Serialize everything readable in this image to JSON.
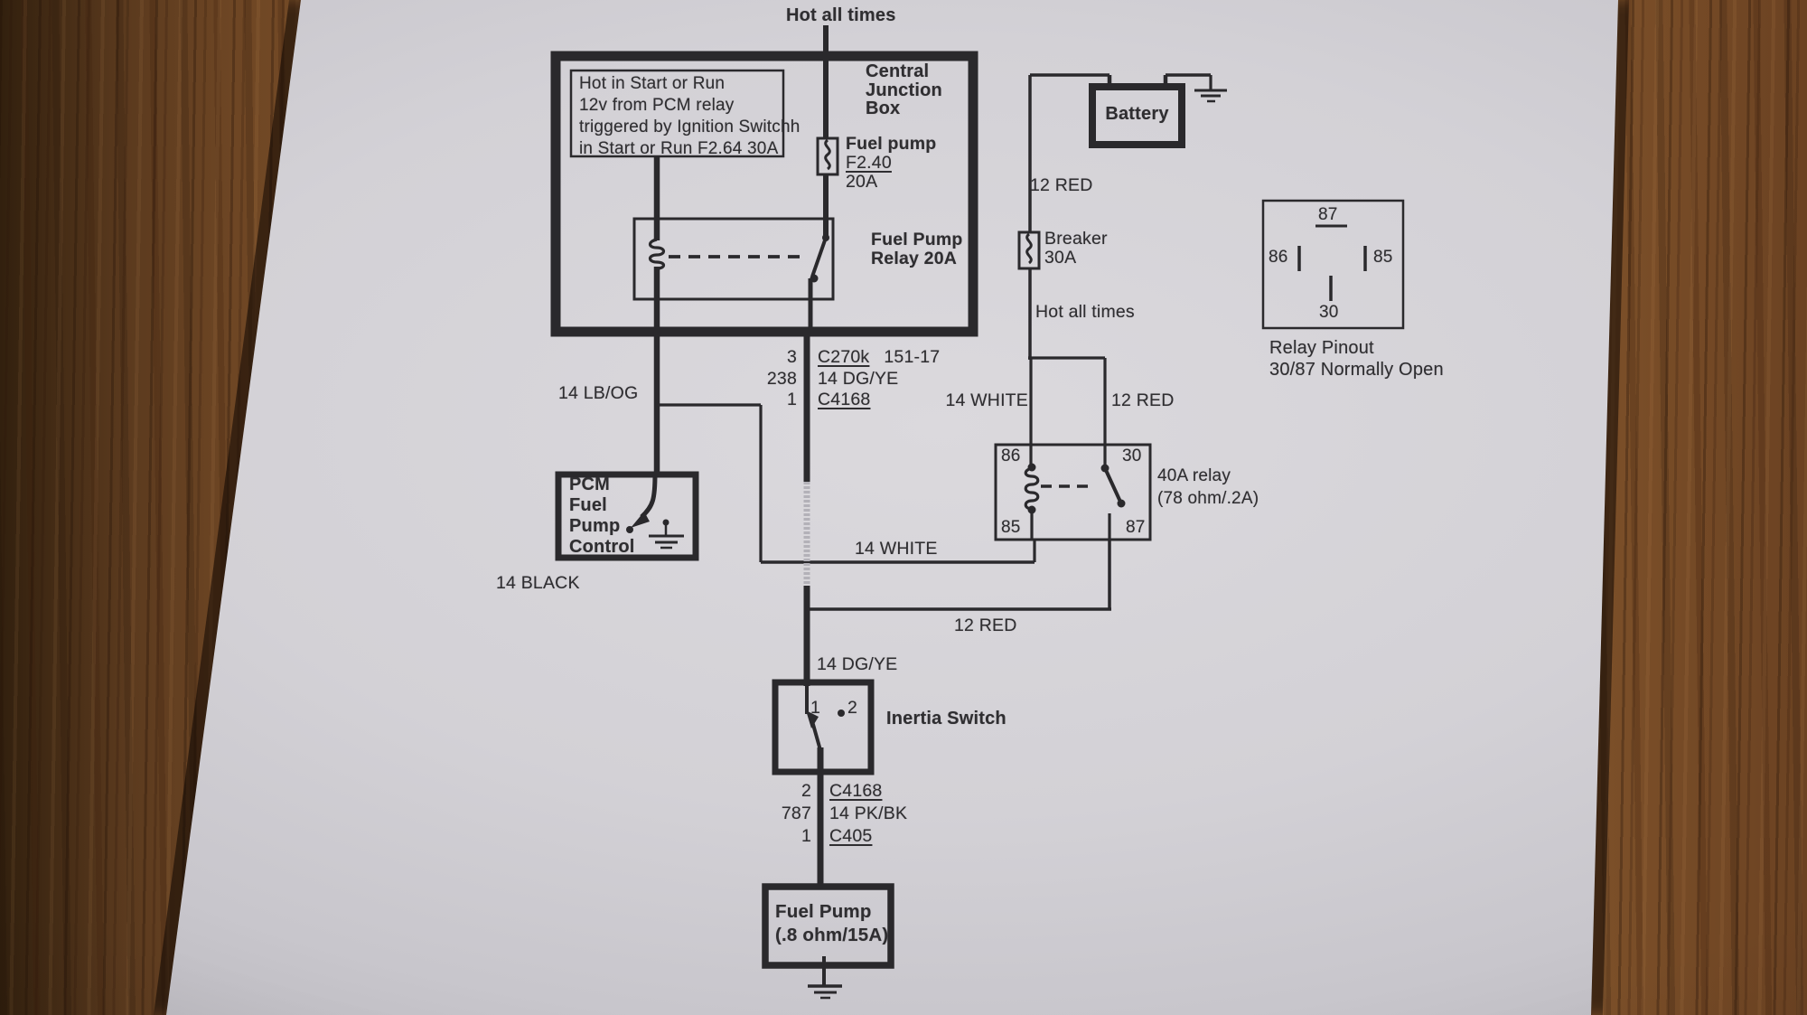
{
  "top_feed": {
    "label": "Hot all times"
  },
  "cjb": {
    "title_lines": [
      "Central",
      "Junction",
      "Box"
    ],
    "note_lines": [
      "Hot in Start or Run",
      "12v from PCM relay",
      "triggered by Ignition Switchh",
      "in Start or Run F2.64 30A"
    ],
    "fuse": {
      "name": "Fuel pump",
      "id": "F2.40",
      "rating": "20A"
    },
    "relay": {
      "line1": "Fuel Pump",
      "line2": "Relay 20A"
    }
  },
  "battery": {
    "label": "Battery"
  },
  "feed_right": {
    "red_label": "12 RED",
    "breaker": "Breaker",
    "breaker_rating": "30A",
    "hot_label": "Hot all times"
  },
  "pinout": {
    "pin_top": "87",
    "pin_left": "86",
    "pin_right": "85",
    "pin_bottom": "30",
    "caption1": "Relay Pinout",
    "caption2": "30/87 Normally Open"
  },
  "connector_c270k": {
    "rows": [
      {
        "pin": "3",
        "label": "C270k",
        "extra": "151-17"
      },
      {
        "pin": "238",
        "label": "14 DG/YE",
        "extra": ""
      },
      {
        "pin": "1",
        "label": "C4168",
        "extra": ""
      }
    ]
  },
  "wire_labels": {
    "lb_og": "14 LB/OG",
    "white_upper": "14 WHITE",
    "red_upper": "12 RED",
    "white_mid": "14 WHITE",
    "red_mid": "12 RED",
    "dg_ye": "14 DG/YE",
    "black": "14 BLACK"
  },
  "relay40": {
    "pin_tl": "86",
    "pin_tr": "30",
    "pin_bl": "85",
    "pin_br": "87",
    "label1": "40A relay",
    "label2": "(78 ohm/.2A)"
  },
  "pcm": {
    "lines": [
      "PCM",
      "Fuel",
      "Pump",
      "Control"
    ]
  },
  "inertia": {
    "pin1": "1",
    "pin2": "2",
    "label": "Inertia Switch"
  },
  "connector_c405": {
    "rows": [
      {
        "pin": "2",
        "label": "C4168"
      },
      {
        "pin": "787",
        "label": "14 PK/BK"
      },
      {
        "pin": "1",
        "label": "C405"
      }
    ]
  },
  "fuel_pump": {
    "line1": "Fuel Pump",
    "line2": "(.8 ohm/15A)"
  },
  "colors": {
    "ink": "#2a292c",
    "paper": "#d3d1d6",
    "faded_wire": "#b3b1b8",
    "wood": "#7b4f28"
  }
}
